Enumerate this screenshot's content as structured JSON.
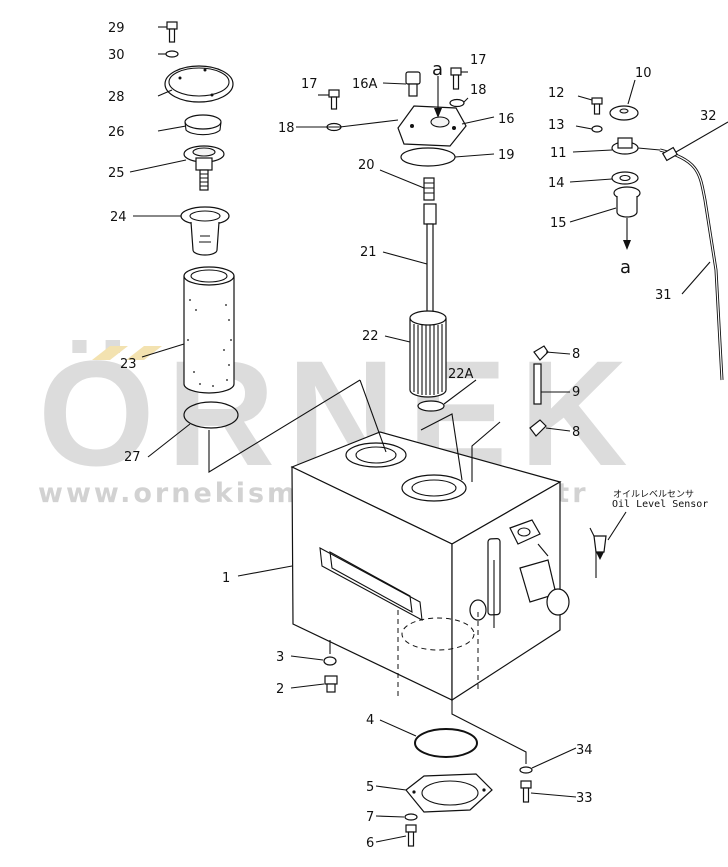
{
  "watermark": {
    "brand": "ÖRNEK",
    "url": "www.ornekismakinalari.com.tr"
  },
  "sensor_label": {
    "japanese": "オイルレベルセンサ",
    "english": "Oil Level Sensor"
  },
  "labels": [
    {
      "id": "29",
      "text": "29"
    },
    {
      "id": "30",
      "text": "30"
    },
    {
      "id": "28",
      "text": "28"
    },
    {
      "id": "26",
      "text": "26"
    },
    {
      "id": "25",
      "text": "25"
    },
    {
      "id": "24",
      "text": "24"
    },
    {
      "id": "23",
      "text": "23"
    },
    {
      "id": "27",
      "text": "27"
    },
    {
      "id": "1",
      "text": "1"
    },
    {
      "id": "3",
      "text": "3"
    },
    {
      "id": "2",
      "text": "2"
    },
    {
      "id": "4",
      "text": "4"
    },
    {
      "id": "5",
      "text": "5"
    },
    {
      "id": "7",
      "text": "7"
    },
    {
      "id": "6",
      "text": "6"
    },
    {
      "id": "34",
      "text": "34"
    },
    {
      "id": "33",
      "text": "33"
    },
    {
      "id": "17a",
      "text": "17"
    },
    {
      "id": "16A",
      "text": "16A"
    },
    {
      "id": "18a",
      "text": "18"
    },
    {
      "id": "17b",
      "text": "17"
    },
    {
      "id": "18b",
      "text": "18"
    },
    {
      "id": "16",
      "text": "16"
    },
    {
      "id": "19",
      "text": "19"
    },
    {
      "id": "20",
      "text": "20"
    },
    {
      "id": "21",
      "text": "21"
    },
    {
      "id": "22",
      "text": "22"
    },
    {
      "id": "22A",
      "text": "22A"
    },
    {
      "id": "8a",
      "text": "8"
    },
    {
      "id": "9",
      "text": "9"
    },
    {
      "id": "8b",
      "text": "8"
    },
    {
      "id": "12",
      "text": "12"
    },
    {
      "id": "10",
      "text": "10"
    },
    {
      "id": "13",
      "text": "13"
    },
    {
      "id": "11",
      "text": "11"
    },
    {
      "id": "14",
      "text": "14"
    },
    {
      "id": "15",
      "text": "15"
    },
    {
      "id": "32",
      "text": "32"
    },
    {
      "id": "31",
      "text": "31"
    },
    {
      "id": "a_top",
      "text": "a"
    },
    {
      "id": "a_mid",
      "text": "a"
    }
  ]
}
